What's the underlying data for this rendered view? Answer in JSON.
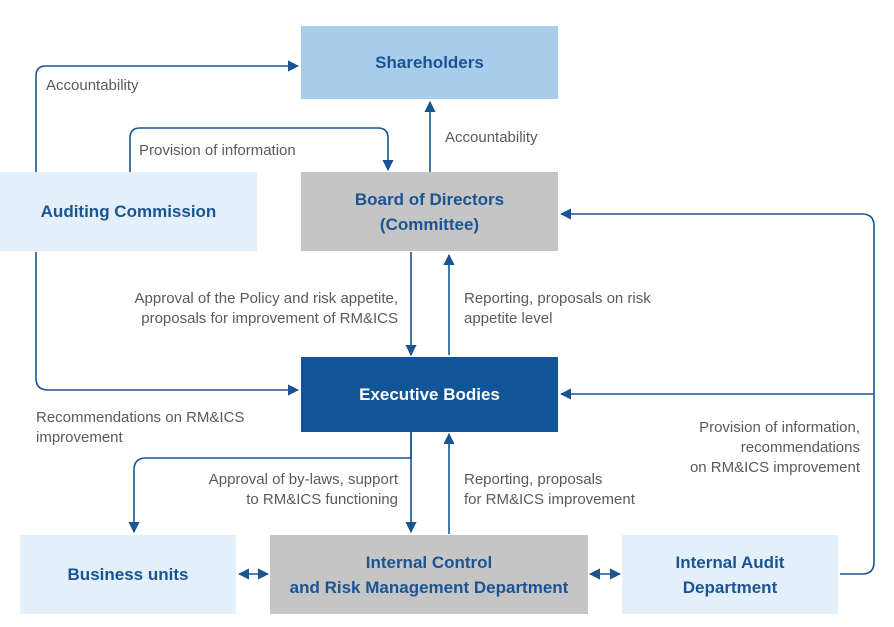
{
  "nodes": {
    "shareholders": "Shareholders",
    "auditing_commission": "Auditing Commission",
    "board": "Board of Directors\n(Committee)",
    "executive": "Executive Bodies",
    "business_units": "Business units",
    "icrm": "Internal Control\nand Risk Management Department",
    "internal_audit": "Internal Audit\nDepartment"
  },
  "labels": {
    "accountability_left": "Accountability",
    "provision_info": "Provision of information",
    "accountability_mid": "Accountability",
    "approval_policy": "Approval of the Policy and risk appetite,\nproposals for improvement of RM&ICS",
    "reporting_risk": "Reporting, proposals on risk\nappetite level",
    "recommendations": "Recommendations on RM&ICS\nimprovement",
    "provision_recommend": "Provision of information,\nrecommendations\non RM&ICS improvement",
    "approval_bylaws": "Approval of by-laws, support\nto RM&ICS functioning",
    "reporting_proposals": "Reporting, proposals\nfor RM&ICS improvement"
  },
  "colors": {
    "arrow": "#1a5493",
    "light_blue": "#a8cdea",
    "pale_blue": "#e3f0fa",
    "gray": "#c5c5c6",
    "dark_blue": "#0f5597"
  }
}
